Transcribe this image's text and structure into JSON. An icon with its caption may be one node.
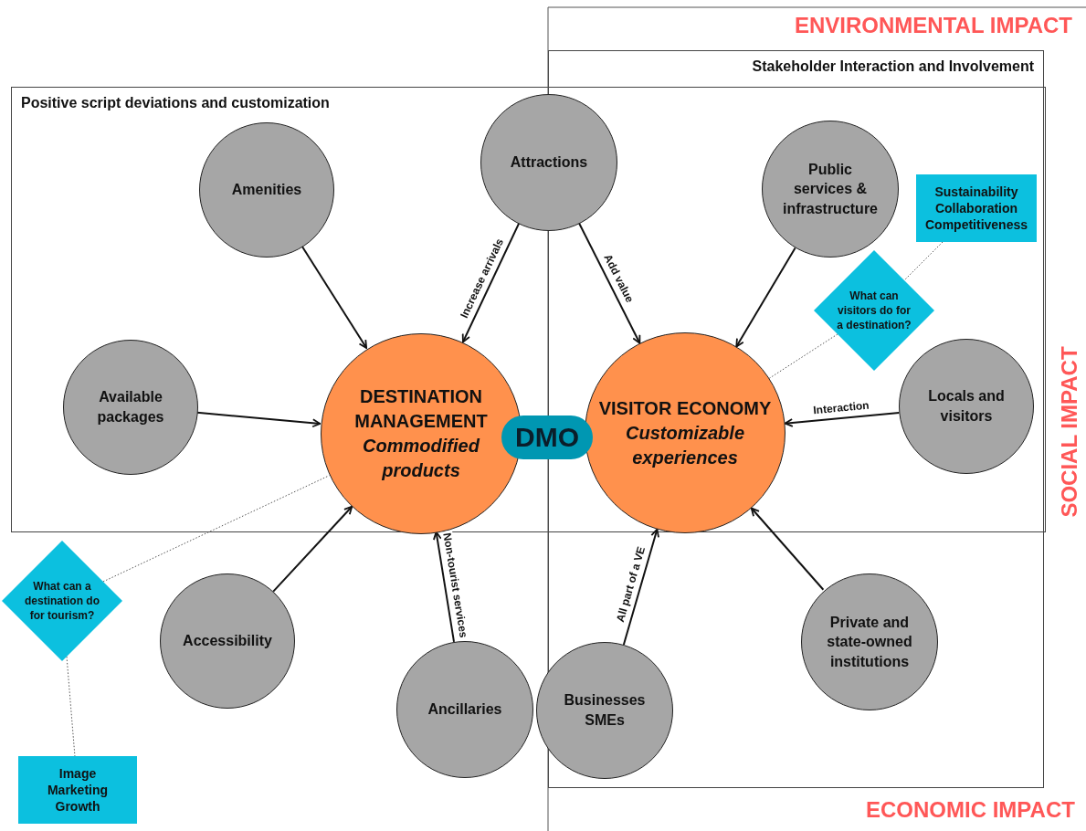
{
  "diagram": {
    "nodes": [
      {
        "text": [
          "Stakeholder Interaction and Involvement"
        ]
      },
      {
        "text": [
          "Positive script deviations and customization"
        ]
      },
      {
        "text": [
          "Attractions"
        ],
        "in": 1
      },
      {
        "text": [
          "Amenities"
        ],
        "in": 1
      },
      {
        "text": [
          "Public services & infrastructure"
        ]
      },
      {
        "text": [
          "Sustainability Collaboration Competitiveness"
        ]
      },
      {
        "text": [
          "What can visitors do for a destination?"
        ]
      },
      {
        "text": [
          "Available packages"
        ],
        "in": 1
      },
      {
        "text": [
          "DESTINATION MANAGEMENT",
          "Commodified products"
        ],
        "in": 1
      },
      {
        "text": [
          "DMO"
        ],
        "in": 1
      },
      {
        "text": [
          "VISITOR ECONOMY",
          "Customizable experiences"
        ]
      },
      {
        "text": [
          "Locals and visitors"
        ]
      },
      {
        "text": [
          "What can a destination do for tourism?"
        ]
      },
      {
        "text": [
          "Accessibility"
        ]
      },
      {
        "text": [
          "Ancillaries"
        ]
      },
      {
        "text": [
          "Businesses SMEs"
        ]
      },
      {
        "text": [
          "Private and state-owned institutions"
        ],
        "in": 0
      },
      {
        "text": [
          "Image Marketing Growth"
        ]
      }
    ],
    "edges": [
      {
        "from": 2,
        "to": 8,
        "arrow": "to",
        "label": "Increase arrivals"
      },
      {
        "from": 2,
        "to": 10,
        "arrow": "to",
        "label": "Add value"
      },
      {
        "from": 3,
        "to": 8,
        "arrow": "to"
      },
      {
        "from": 4,
        "to": 10,
        "arrow": "to"
      },
      {
        "from": 7,
        "to": 8,
        "arrow": "to"
      },
      {
        "from": 11,
        "to": 10,
        "arrow": "to",
        "label": "Interaction"
      },
      {
        "from": 13,
        "to": 8,
        "arrow": "to"
      },
      {
        "from": 14,
        "to": 8,
        "arrow": "to",
        "label": "Non-tourist services"
      },
      {
        "from": 15,
        "to": 10,
        "arrow": "to",
        "label": "All part of a VE"
      },
      {
        "from": 16,
        "to": 10,
        "arrow": "to"
      },
      {
        "from": 5,
        "to": 6,
        "arrow": "none",
        "style": "dashed",
        "color": "#555555"
      },
      {
        "from": 6,
        "to": 10,
        "arrow": "none",
        "style": "dashed",
        "color": "#555555"
      },
      {
        "from": 12,
        "to": 8,
        "arrow": "none",
        "style": "dashed",
        "color": "#555555"
      },
      {
        "from": 12,
        "to": 17,
        "arrow": "none",
        "style": "dashed",
        "color": "#555555"
      }
    ],
    "labels": [
      "ENVIRONMENTAL IMPACT",
      "SOCIAL IMPACT",
      "ECONOMIC IMPACT"
    ]
  }
}
